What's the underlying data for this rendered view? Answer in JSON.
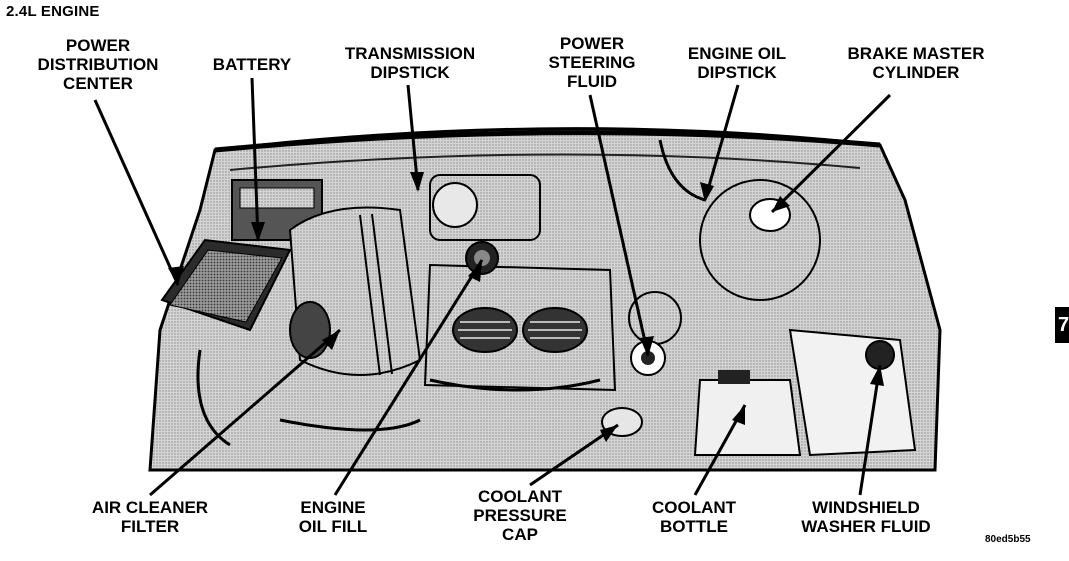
{
  "heading": "2.4L ENGINE",
  "figure_code": "80ed5b55",
  "section_tab": "7",
  "labels": {
    "power_distribution_center": [
      "POWER",
      "DISTRIBUTION",
      "CENTER"
    ],
    "battery": [
      "BATTERY"
    ],
    "transmission_dipstick": [
      "TRANSMISSION",
      "DIPSTICK"
    ],
    "power_steering_fluid": [
      "POWER",
      "STEERING",
      "FLUID"
    ],
    "engine_oil_dipstick": [
      "ENGINE OIL",
      "DIPSTICK"
    ],
    "brake_master_cylinder": [
      "BRAKE MASTER",
      "CYLINDER"
    ],
    "air_cleaner_filter": [
      "AIR CLEANER",
      "FILTER"
    ],
    "engine_oil_fill": [
      "ENGINE",
      "OIL FILL"
    ],
    "coolant_pressure_cap": [
      "COOLANT",
      "PRESSURE",
      "CAP"
    ],
    "coolant_bottle": [
      "COOLANT",
      "BOTTLE"
    ],
    "windshield_washer_fluid": [
      "WINDSHIELD",
      "WASHER FLUID"
    ]
  }
}
